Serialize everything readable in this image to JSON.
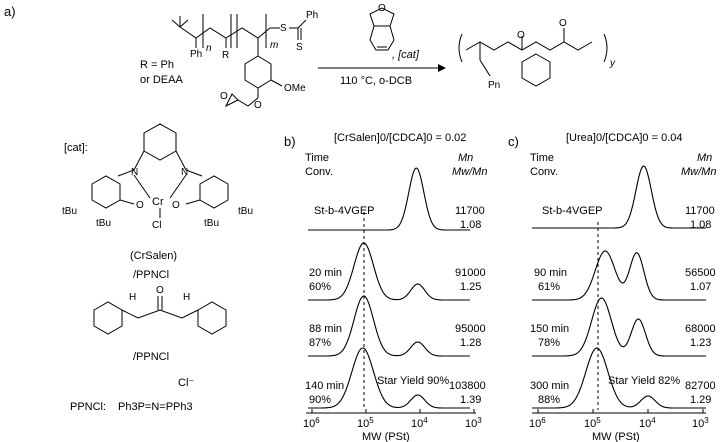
{
  "panel_a": {
    "label": "a)",
    "r_def": "R = Ph",
    "r_alt": "or DEAA",
    "cat_bracket": ", [cat]",
    "conditions": "110 °C, o-DCB",
    "subscript_n": "n",
    "subscript_m": "m",
    "subscript_y": "y",
    "ph": "Ph",
    "R": "R",
    "S": "S",
    "OMe": "OMe",
    "O": "O",
    "Pn": "Pn"
  },
  "catalysts": {
    "cat_label": "[cat]:",
    "crsalen_label": "(CrSalen)",
    "crsalen_cocat": "/PPNCl",
    "urea_cocat": "/PPNCl",
    "ppncl_label": "PPNCl:",
    "ppncl_formula": "Ph3P=N=PPh3",
    "chloride": "Cl⁻",
    "tBu": "tBu",
    "Cr": "Cr",
    "Cl": "Cl",
    "N": "N",
    "O": "O",
    "H": "H"
  },
  "chart_data": [
    {
      "type": "line",
      "panel": "b)",
      "title": "[CrSalen]0/[CDCA]0 = 0.02",
      "xlabel": "MW (PSt)",
      "x_scale": "log",
      "x_reversed": true,
      "xlim": [
        1000000,
        1000
      ],
      "tick_labels": [
        "10^6",
        "10^5",
        "10^4",
        "10^3"
      ],
      "col_left_header": [
        "Time",
        "Conv."
      ],
      "col_right_header": [
        "Mn",
        "Mw/Mn"
      ],
      "traces": [
        {
          "name": "St-b-4VGEP",
          "time": "",
          "conv": "",
          "Mn": "11700",
          "dispersity": "1.08",
          "peaks_MW": [
            11700
          ]
        },
        {
          "time": "20 min",
          "conv": "60%",
          "Mn": "91000",
          "dispersity": "1.25",
          "peaks_MW": [
            110000,
            11000
          ]
        },
        {
          "time": "88 min",
          "conv": "87%",
          "Mn": "95000",
          "dispersity": "1.28",
          "peaks_MW": [
            110000,
            11000
          ]
        },
        {
          "time": "140 min",
          "conv": "90%",
          "Mn": "103800",
          "dispersity": "1.39",
          "peaks_MW": [
            115000,
            11000
          ],
          "annotation": "Star Yield 90%"
        }
      ]
    },
    {
      "type": "line",
      "panel": "c)",
      "title": "[Urea]0/[CDCA]0 = 0.04",
      "xlabel": "MW (PSt)",
      "x_scale": "log",
      "x_reversed": true,
      "xlim": [
        1000000,
        1000
      ],
      "tick_labels": [
        "10^6",
        "10^5",
        "10^4",
        "10^3"
      ],
      "col_left_header": [
        "Time",
        "Conv."
      ],
      "col_right_header": [
        "Mn",
        "Mw/Mn"
      ],
      "traces": [
        {
          "name": "St-b-4VGEP",
          "time": "",
          "conv": "",
          "Mn": "11700",
          "dispersity": "1.08",
          "peaks_MW": [
            12000
          ]
        },
        {
          "time": "90 min",
          "conv": "61%",
          "Mn": "56500",
          "dispersity": "1.07",
          "peaks_MW": [
            60000,
            16000
          ]
        },
        {
          "time": "150 min",
          "conv": "78%",
          "Mn": "68000",
          "dispersity": "1.23",
          "peaks_MW": [
            70000,
            15000
          ]
        },
        {
          "time": "300 min",
          "conv": "88%",
          "Mn": "82700",
          "dispersity": "1.29",
          "peaks_MW": [
            85000,
            10000
          ],
          "annotation": "Star Yield 82%"
        }
      ]
    }
  ]
}
